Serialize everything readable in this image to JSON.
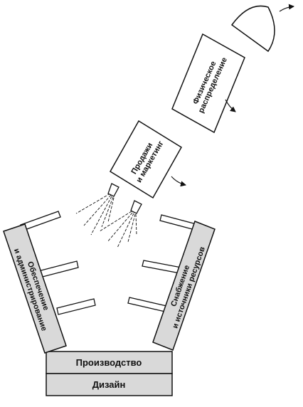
{
  "diagram": {
    "base_stages": {
      "bottom": "Дизайн",
      "middle": "Производство"
    },
    "launch_tower": {
      "left_lines": [
        "Обеспечение",
        "и администрирование"
      ],
      "right_lines": [
        "Снабжение",
        "и источники ресурсов"
      ]
    },
    "rocket_stages": {
      "lower_lines": [
        "Продажи",
        "и маркетинг"
      ],
      "upper_lines": [
        "Физическое",
        "распределение"
      ]
    },
    "colors": {
      "panel_fill": "#d9d9d9",
      "line": "#111111",
      "background": "#ffffff"
    }
  }
}
